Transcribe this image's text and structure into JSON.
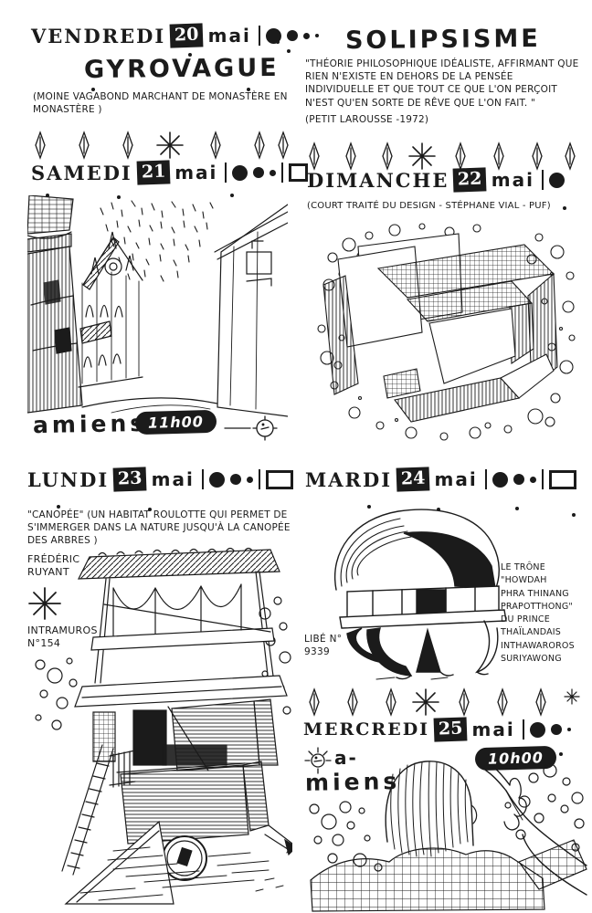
{
  "page": {
    "background": "#ffffff",
    "ink": "#1b1b1b"
  },
  "icons": {
    "diamond-icon": "◇",
    "star-icon": "✳",
    "sun-icon": "☼",
    "compass-icon": "⊕"
  },
  "entries": {
    "vendredi": {
      "day": "VENDREDI",
      "num": "20",
      "month": "mai",
      "markers": [
        "bar",
        "circle-lg",
        "circle-md",
        "dot",
        "tinydot"
      ],
      "word": "GYROVAGUE",
      "definition": "(MOINE VAGABOND MARCHANT DE MONASTÈRE EN MONASTÈRE )"
    },
    "solipsisme": {
      "word": "SOLIPSISME",
      "definition": "\"THÉORIE PHILOSOPHIQUE IDÉALISTE, AFFIRMANT QUE RIEN N'EXISTE EN DEHORS DE LA PENSÉE INDIVIDUELLE ET QUE TOUT CE QUE L'ON PERÇOIT N'EST QU'EN SORTE DE RÊVE QUE L'ON FAIT. \"",
      "source": "(PETIT LAROUSSE -1972)"
    },
    "samedi": {
      "day": "SAMEDI",
      "num": "21",
      "month": "mai",
      "markers": [
        "bar",
        "circle-lg",
        "circle-md",
        "dot",
        "bar",
        "box"
      ],
      "place": "amiens",
      "time": "11h00"
    },
    "dimanche": {
      "day": "DIMANCHE",
      "num": "22",
      "month": "mai",
      "markers": [
        "bar",
        "circle-lg"
      ],
      "source": "(COURT TRAITÉ DU DESIGN - STÉPHANE VIAL - PUF)"
    },
    "lundi": {
      "day": "LUNDI",
      "num": "23",
      "month": "mai",
      "markers": [
        "bar",
        "circle-lg",
        "circle-md",
        "dot",
        "bar",
        "rect"
      ],
      "note": "\"CANOPÉE\" (UN HABITAT ROULOTTE QUI PERMET DE S'IMMERGER DANS LA NATURE JUSQU'À LA CANOPÉE DES ARBRES )",
      "author_line1": "FRÉDÉRIC",
      "author_line2": "RUYANT",
      "ref_line1": "INTRAMUROS",
      "ref_line2": "N°154"
    },
    "mardi": {
      "day": "MARDI",
      "num": "24",
      "month": "mai",
      "markers": [
        "bar",
        "circle-lg",
        "circle-md",
        "dot",
        "bar",
        "rect"
      ],
      "ref_line1": "LIBÉ N°",
      "ref_line2": "9339",
      "caption_lines": [
        "LE TRÔNE",
        "\"HOWDAH",
        "PHRA THINANG",
        "PRAPOTTHONG\"",
        "DU PRINCE",
        "THAÏLANDAIS",
        "INTHAWAROROS",
        "SURIYAWONG"
      ]
    },
    "mercredi": {
      "day": "MERCREDI",
      "num": "25",
      "month": "mai",
      "markers": [
        "bar",
        "circle-lg",
        "circle-md",
        "tinydot"
      ],
      "place_line1": "a-",
      "place_line2": "miens",
      "time": "10h00"
    }
  }
}
